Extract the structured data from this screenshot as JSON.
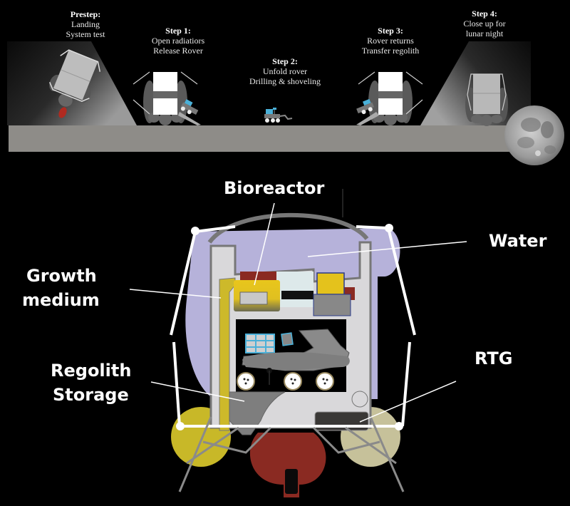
{
  "timeline": {
    "steps": [
      {
        "id": "prestep",
        "title": "Prestep:",
        "lines": [
          "Landing",
          "System test"
        ]
      },
      {
        "id": "step1",
        "title": "Step 1:",
        "lines": [
          "Open radiatiors",
          "Release Rover"
        ]
      },
      {
        "id": "step2",
        "title": "Step 2:",
        "lines": [
          "Unfold rover",
          "Drilling & shoveling"
        ]
      },
      {
        "id": "step3",
        "title": "Step 3:",
        "lines": [
          "Rover returns",
          "Transfer regolith"
        ]
      },
      {
        "id": "step4",
        "title": "Step 4:",
        "lines": [
          "Close up for",
          "lunar night"
        ]
      }
    ],
    "ground_color": "#8e8c88",
    "icons": [
      "lander-icon",
      "rover-icon",
      "moon-icon",
      "light-cone"
    ]
  },
  "cutaway": {
    "labels": {
      "bioreactor": "Bioreactor",
      "water": "Water",
      "growth_medium_1": "Growth",
      "growth_medium_2": "medium",
      "regolith_1": "Regolith",
      "regolith_2": "Storage",
      "rtg": "RTG"
    },
    "colors": {
      "water": "#b6b2da",
      "bioreactor": "#e4c21c",
      "growth_medium": "#cdb92a",
      "hull": "#d9d8da",
      "frame": "#7a7a7a",
      "radiator_red": "#8a2a22",
      "tank_yellow": "#c8b828",
      "tank_khaki": "#c6c19a",
      "rtg": "#3a3836",
      "solar_panel": "#3ab0e0"
    }
  }
}
